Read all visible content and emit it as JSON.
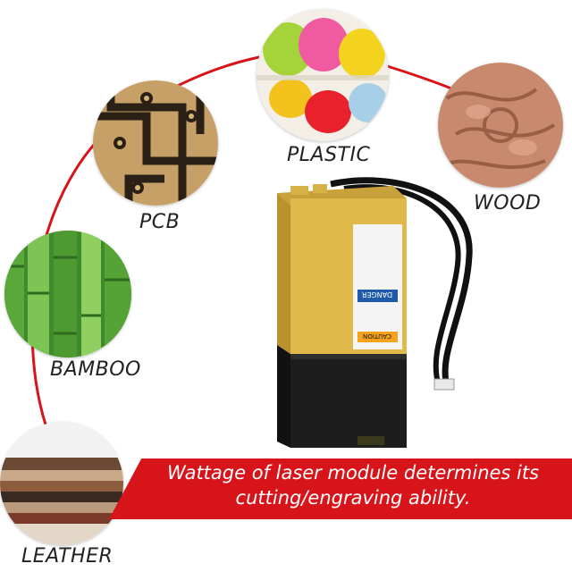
{
  "materials": [
    {
      "label": "PCB",
      "icon": "pcb-material-image"
    },
    {
      "label": "PLASTIC",
      "icon": "plastic-material-image"
    },
    {
      "label": "WOOD",
      "icon": "wood-material-image"
    },
    {
      "label": "BAMBOO",
      "icon": "bamboo-material-image"
    },
    {
      "label": "LEATHER",
      "icon": "leather-material-image"
    }
  ],
  "banner": {
    "line1": "Wattage of laser module determines its",
    "line2": "cutting/engraving ability."
  },
  "module": {
    "warning_label_1": "DANGER",
    "warning_label_2": "CAUTION"
  },
  "colors": {
    "arc": "#d8141b",
    "banner": "#d8141b",
    "module_gold": "#e0b94a",
    "module_black": "#1d1d1d"
  }
}
